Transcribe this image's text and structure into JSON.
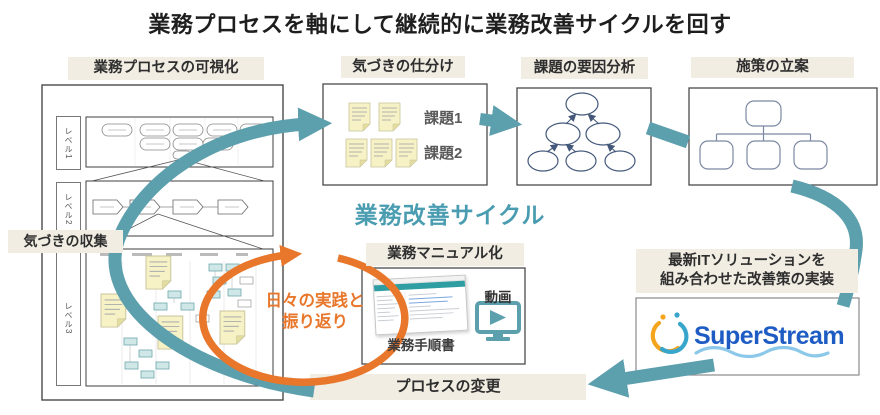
{
  "title": "業務プロセスを軸にして継続的に業務改善サイクルを回す",
  "colors": {
    "teal_arrow": "#5C9FAD",
    "teal_text": "#4A9DB0",
    "orange": "#E8772B",
    "label_bg": "#F1EDE3",
    "superstream_blue": "#1E5CC4"
  },
  "panels": {
    "visualization": {
      "header": "業務プロセスの可視化",
      "levels": [
        "レベル1",
        "レベル2",
        "レベル3"
      ]
    },
    "sorting": {
      "header": "気づきの仕分け",
      "issues": [
        "課題1",
        "課題2"
      ]
    },
    "analysis": {
      "header": "課題の要因分析"
    },
    "planning": {
      "header": "施策の立案"
    }
  },
  "labels": {
    "collection": "気づきの収集",
    "cycle": "業務改善サイクル",
    "daily_line1": "日々の実践と",
    "daily_line2": "振り返り",
    "process_change": "プロセスの変更",
    "implementation_line1": "最新ITソリューションを",
    "implementation_line2": "組み合わせた改善策の実装"
  },
  "manual": {
    "header": "業務マニュアル化",
    "document": "業務手順書",
    "video": "動画"
  },
  "superstream": {
    "brand": "SuperStream"
  }
}
